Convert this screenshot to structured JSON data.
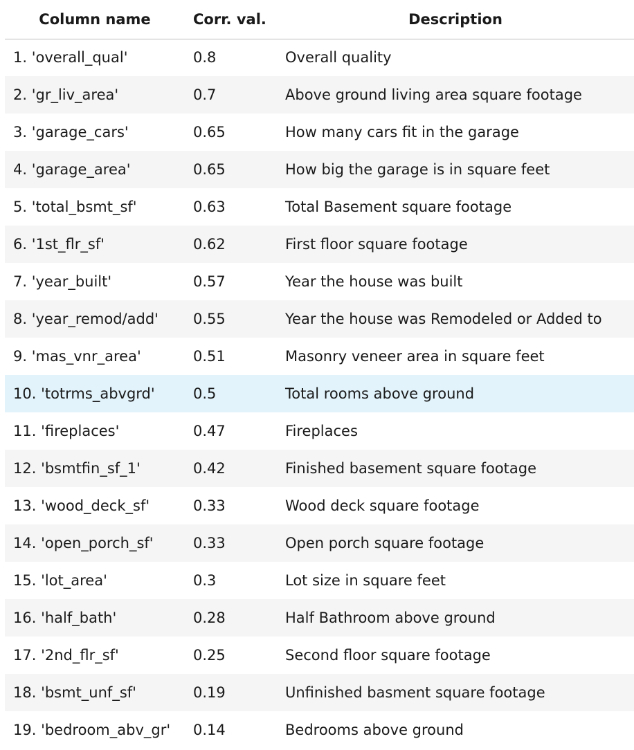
{
  "table": {
    "headers": [
      "Column name",
      "Corr. val.",
      "Description"
    ],
    "highlighted_row": 9,
    "rows": [
      {
        "name": "1. 'overall_qual'",
        "corr": "0.8",
        "desc": "Overall quality"
      },
      {
        "name": "2. 'gr_liv_area'",
        "corr": "0.7",
        "desc": "Above ground living area square footage"
      },
      {
        "name": "3. 'garage_cars'",
        "corr": "0.65",
        "desc": "How many cars fit in the garage"
      },
      {
        "name": "4. 'garage_area'",
        "corr": "0.65",
        "desc": "How big the garage is in square feet"
      },
      {
        "name": "5. 'total_bsmt_sf'",
        "corr": "0.63",
        "desc": "Total Basement square footage"
      },
      {
        "name": "6. '1st_flr_sf'",
        "corr": "0.62",
        "desc": "First floor square footage"
      },
      {
        "name": "7. 'year_built'",
        "corr": "0.57",
        "desc": "Year the house was built"
      },
      {
        "name": "8. 'year_remod/add'",
        "corr": "0.55",
        "desc": "Year the house was Remodeled or Added to"
      },
      {
        "name": "9. 'mas_vnr_area'",
        "corr": "0.51",
        "desc": "Masonry veneer area in square feet"
      },
      {
        "name": "10. 'totrms_abvgrd'",
        "corr": "0.5",
        "desc": "Total rooms above ground"
      },
      {
        "name": "11. 'fireplaces'",
        "corr": "0.47",
        "desc": "Fireplaces"
      },
      {
        "name": "12. 'bsmtfin_sf_1'",
        "corr": "0.42",
        "desc": "Finished basement square footage"
      },
      {
        "name": "13. 'wood_deck_sf'",
        "corr": "0.33",
        "desc": "Wood deck square footage"
      },
      {
        "name": "14. 'open_porch_sf'",
        "corr": "0.33",
        "desc": "Open porch square footage"
      },
      {
        "name": "15. 'lot_area'",
        "corr": "0.3",
        "desc": "Lot size in square feet"
      },
      {
        "name": "16. 'half_bath'",
        "corr": "0.28",
        "desc": "Half Bathroom above ground"
      },
      {
        "name": "17. '2nd_flr_sf'",
        "corr": "0.25",
        "desc": "Second floor square footage"
      },
      {
        "name": "18. 'bsmt_unf_sf'",
        "corr": "0.19",
        "desc": "Unfinished basment square footage"
      },
      {
        "name": "19. 'bedroom_abv_gr'",
        "corr": "0.14",
        "desc": "Bedrooms above ground"
      }
    ]
  },
  "colors": {
    "zebra": "#f5f5f5",
    "hover_row": "#e2f3fb",
    "header_rule": "#bdbdbd"
  }
}
